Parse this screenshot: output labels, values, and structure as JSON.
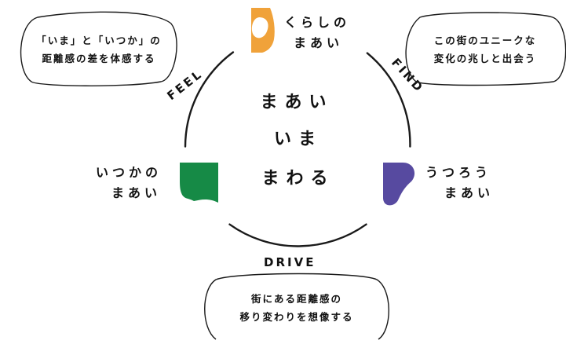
{
  "center": {
    "lines": [
      "まあい",
      "いま",
      "まわる"
    ]
  },
  "quadrants": {
    "top": {
      "label_lines": [
        "くらしの",
        "まあい"
      ],
      "color": "#f0a23a"
    },
    "right": {
      "label_lines": [
        "うつろう",
        "まあい"
      ],
      "color": "#574aa0"
    },
    "left": {
      "label_lines": [
        "いつかの",
        "まあい"
      ],
      "color": "#168a46"
    }
  },
  "arc_words": {
    "feel": "FEEL",
    "find": "FIND",
    "drive": "DRIVE"
  },
  "bubbles": {
    "feel": [
      "「いま」と「いつか」の",
      "距離感の差を体感する"
    ],
    "find": [
      "この街のユニークな",
      "変化の兆しと出会う"
    ],
    "drive": [
      "街にある距離感の",
      "移り変わりを想像する"
    ]
  }
}
